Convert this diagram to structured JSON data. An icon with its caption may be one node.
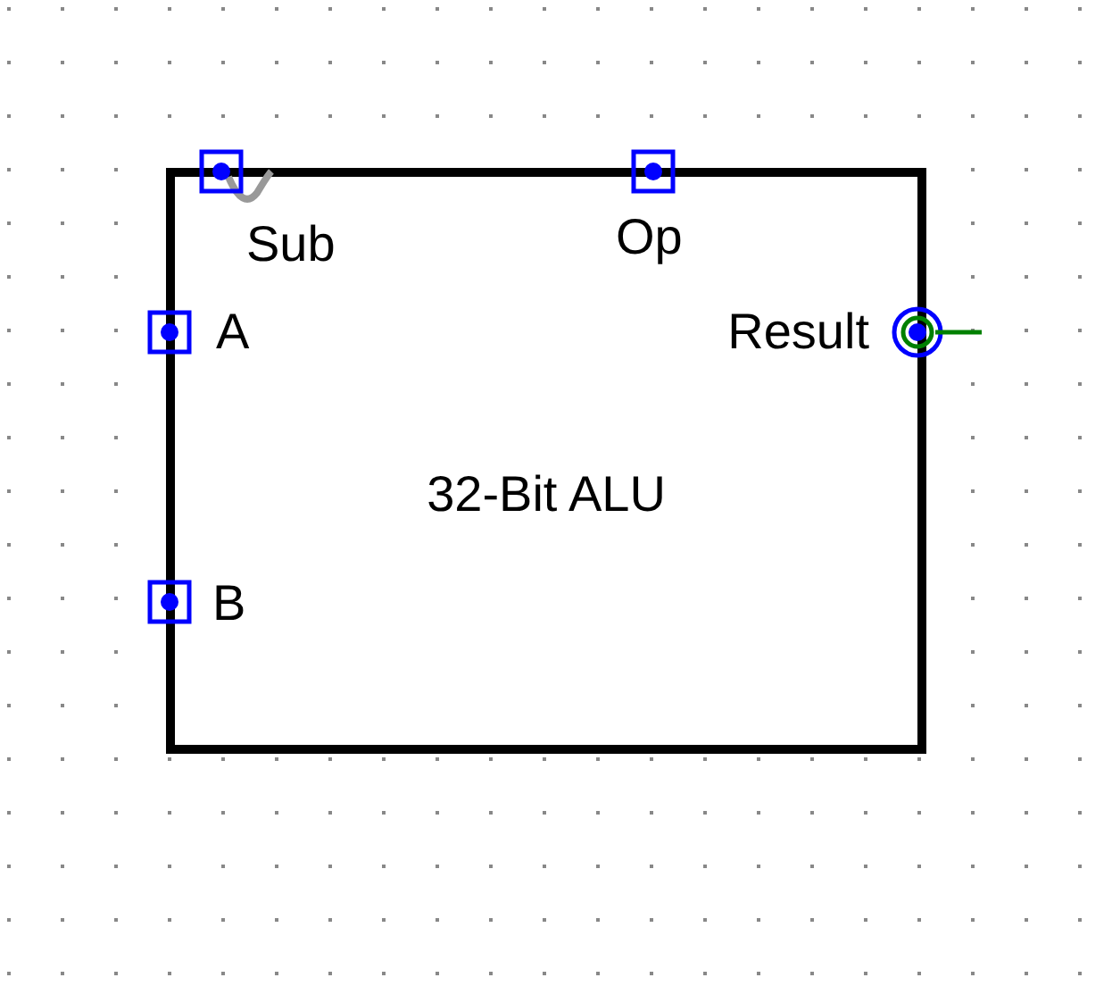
{
  "diagram": {
    "nodes": [
      {
        "text": [
          "32-Bit ALU"
        ]
      }
    ],
    "labels": [
      "Sub",
      "Op",
      "A",
      "Result",
      "B"
    ]
  }
}
